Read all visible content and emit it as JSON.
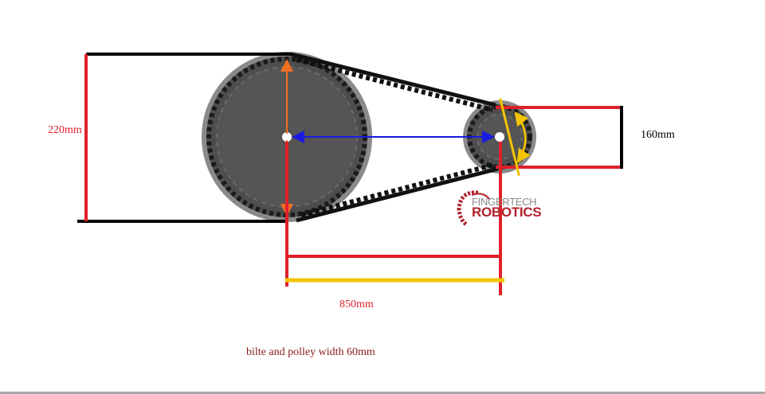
{
  "labels": {
    "large_pulley_diameter": "220mm",
    "small_pulley_diameter": "160mm",
    "center_distance": "850mm",
    "width_note": "bilte and polley width 60mm"
  },
  "logo": {
    "line1": "FINGERTECH",
    "line2": "ROBOTICS"
  },
  "colors": {
    "dimension_red": "#e0202a",
    "belt_black": "#111111",
    "pulley_gray": "#5a5a5a",
    "arrow_orange": "#f07020",
    "arrow_blue": "#1a1ae0",
    "yellow": "#f5c400",
    "note_text": "#8b1a1a"
  }
}
